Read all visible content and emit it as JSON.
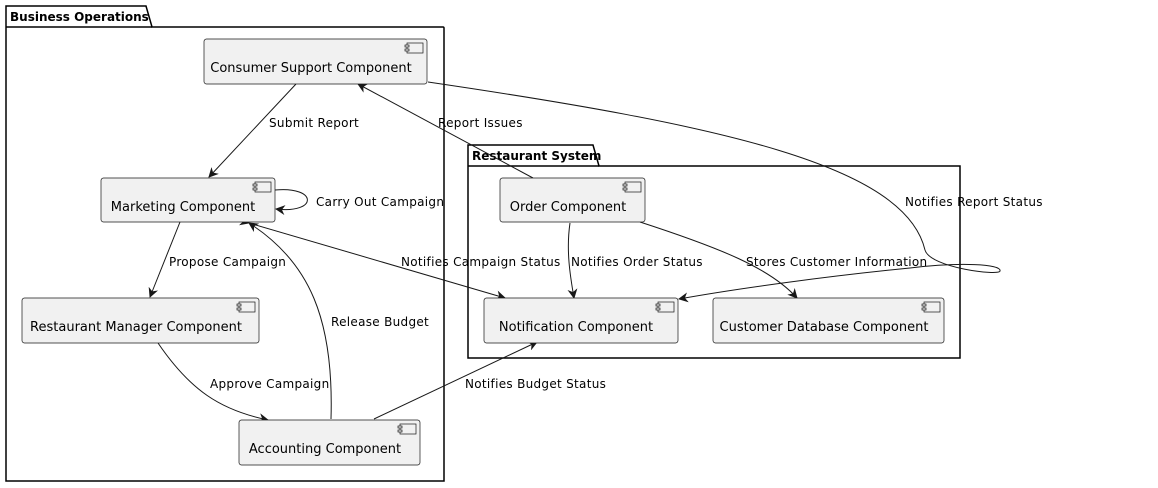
{
  "packages": {
    "business": {
      "title": "Business Operations"
    },
    "restaurant": {
      "title": "Restaurant System"
    }
  },
  "components": {
    "consumer_support": "Consumer Support Component",
    "marketing": "Marketing Component",
    "restaurant_manager": "Restaurant Manager Component",
    "accounting": "Accounting Component",
    "order": "Order Component",
    "notification": "Notification Component",
    "customer_database": "Customer Database Component"
  },
  "relations": {
    "submit_report": "Submit Report",
    "carry_out_campaign": "Carry Out Campaign",
    "propose_campaign": "Propose Campaign",
    "release_budget": "Release Budget",
    "approve_campaign": "Approve Campaign",
    "report_issues": "Report Issues",
    "notifies_report_status": "Notifies Report Status",
    "notifies_campaign_status": "Notifies Campaign Status",
    "notifies_order_status": "Notifies Order Status",
    "stores_customer_information": "Stores Customer Information",
    "notifies_budget_status": "Notifies Budget Status"
  },
  "colors": {
    "component_fill": "#f1f1f1",
    "stroke": "#181818",
    "background": "#ffffff"
  },
  "icons": {
    "component": "component-icon"
  }
}
